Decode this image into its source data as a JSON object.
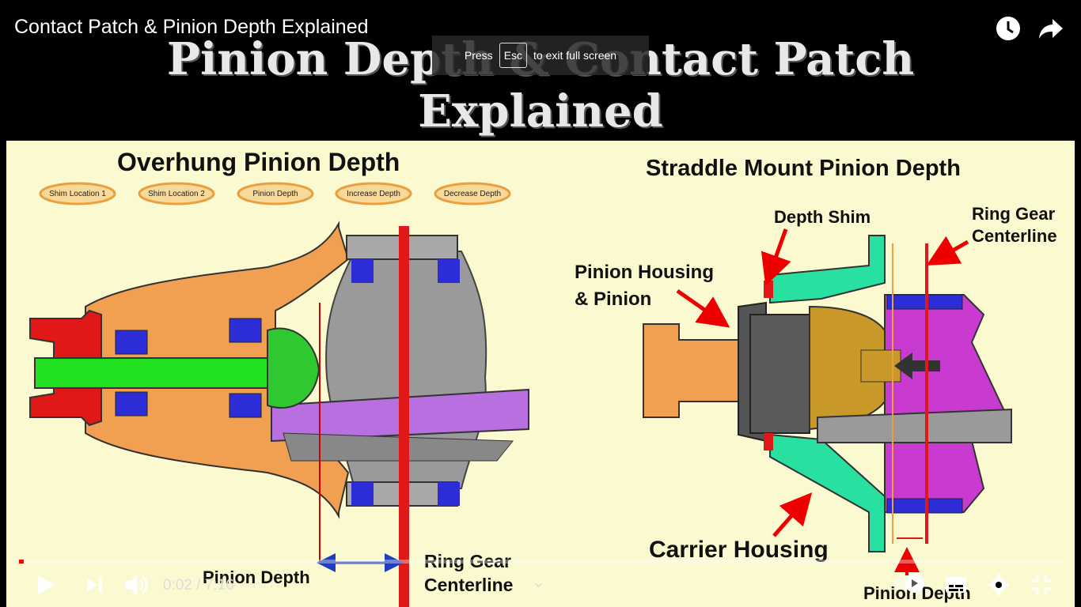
{
  "video": {
    "title": "Contact Patch & Pinion Depth Explained",
    "slide_title_line1": "Pinion Depth & Contact Patch",
    "slide_title_line2": "Explained"
  },
  "toast": {
    "press": "Press",
    "key": "Esc",
    "rest": "to exit full screen"
  },
  "left_diagram": {
    "title": "Overhung Pinion Depth",
    "buttons": [
      "Shim Location 1",
      "Shim Location 2",
      "Pinion Depth",
      "Increase Depth",
      "Decrease Depth"
    ],
    "pinion_depth_label": "Pinion Depth",
    "ring_gear_label_1": "Ring Gear",
    "ring_gear_label_2": "Centerline"
  },
  "right_diagram": {
    "title": "Straddle Mount Pinion Depth",
    "depth_shim": "Depth Shim",
    "ring_gear_1": "Ring Gear",
    "ring_gear_2": "Centerline",
    "pinion_housing_1": "Pinion Housing",
    "pinion_housing_2": "& Pinion",
    "carrier_housing": "Carrier Housing",
    "pinion_depth": "Pinion Depth"
  },
  "player": {
    "current_time": "0:02",
    "duration": "7:16",
    "time_display": "0:02 / 7:16",
    "progress_fraction": 0.0046,
    "colors": {
      "progress": "#ff0000"
    },
    "icons": [
      "play-icon",
      "next-icon",
      "volume-icon",
      "chevron-down-icon",
      "autoplay-toggle",
      "subtitles-icon",
      "settings-icon",
      "exit-fullscreen-icon",
      "watch-later-icon",
      "share-icon"
    ]
  }
}
